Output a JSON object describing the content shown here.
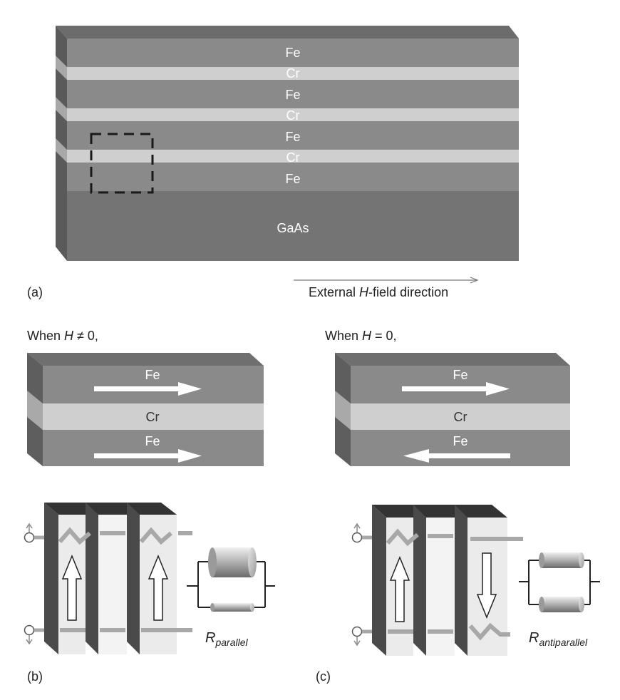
{
  "panel_a": {
    "layers": [
      "Fe",
      "Cr",
      "Fe",
      "Cr",
      "Fe",
      "Cr",
      "Fe"
    ],
    "substrate": "GaAs",
    "panel_label": "(a)",
    "field_caption_pre": "External ",
    "field_caption_h": "H",
    "field_caption_post": "-field direction"
  },
  "panel_b": {
    "condition_pre": "When ",
    "condition_h": "H",
    "condition_post": " ≠ 0,",
    "top_layer": "Fe",
    "middle_layer": "Cr",
    "bottom_layer": "Fe",
    "top_arrow": "right",
    "bottom_arrow": "right",
    "resistance_main": "R",
    "resistance_sub": "parallel",
    "panel_label": "(b)"
  },
  "panel_c": {
    "condition_pre": "When ",
    "condition_h": "H",
    "condition_post": " = 0,",
    "top_layer": "Fe",
    "middle_layer": "Cr",
    "bottom_layer": "Fe",
    "top_arrow": "right",
    "bottom_arrow": "left",
    "resistance_main": "R",
    "resistance_sub": "antiparallel",
    "panel_label": "(c)"
  },
  "colors": {
    "fe_layer": "#8a8a8a",
    "cr_layer": "#cfcfcf",
    "substrate": "#747474",
    "dark_side": "#5e5e5e",
    "top_face": "#6f6f6f"
  }
}
